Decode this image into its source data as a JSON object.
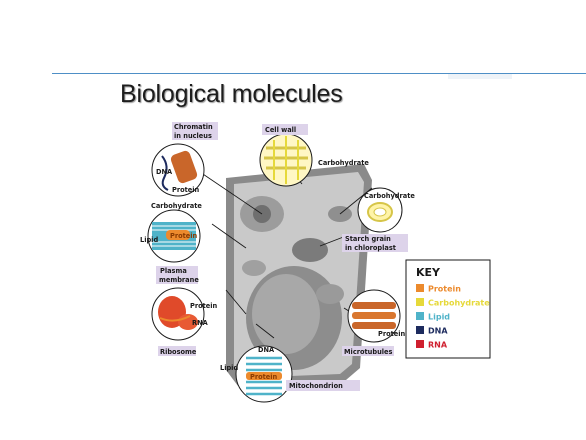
{
  "slide": {
    "title": "Biological molecules"
  },
  "diagram": {
    "labels": {
      "chromatin": [
        "Chromatin",
        "in nucleus"
      ],
      "cell_wall": "Cell wall",
      "dna": "DNA",
      "protein_nucleus": "Protein",
      "carbohydrate_wall": "Carbohydrate",
      "carbohydrate_chloro": "Carbohydrate",
      "carbohydrate_membrane": "Carbohydrate",
      "protein_membrane": "Protein",
      "lipid_membrane": "Lipid",
      "plasma_membrane": [
        "Plasma",
        "membrane"
      ],
      "starch_grain": [
        "Starch grain",
        "in chloroplast"
      ],
      "protein_ribosome": "Protein",
      "rna_ribosome": "RNA",
      "ribosome": "Ribosome",
      "dna_mito": "DNA",
      "lipid_mito": "Lipid",
      "protein_mito": "Protein",
      "mitochondrion": "Mitochondrion",
      "protein_microtubule": "Protein",
      "microtubules": "Microtubules"
    },
    "key": {
      "title": "KEY",
      "items": [
        {
          "label": "Protein",
          "color": "#ec8a2d"
        },
        {
          "label": "Carbohydrate",
          "color": "#e6d93a"
        },
        {
          "label": "Lipid",
          "color": "#4fb3c9"
        },
        {
          "label": "DNA",
          "color": "#1d2b5e"
        },
        {
          "label": "RNA",
          "color": "#cf1f2e"
        }
      ]
    }
  }
}
